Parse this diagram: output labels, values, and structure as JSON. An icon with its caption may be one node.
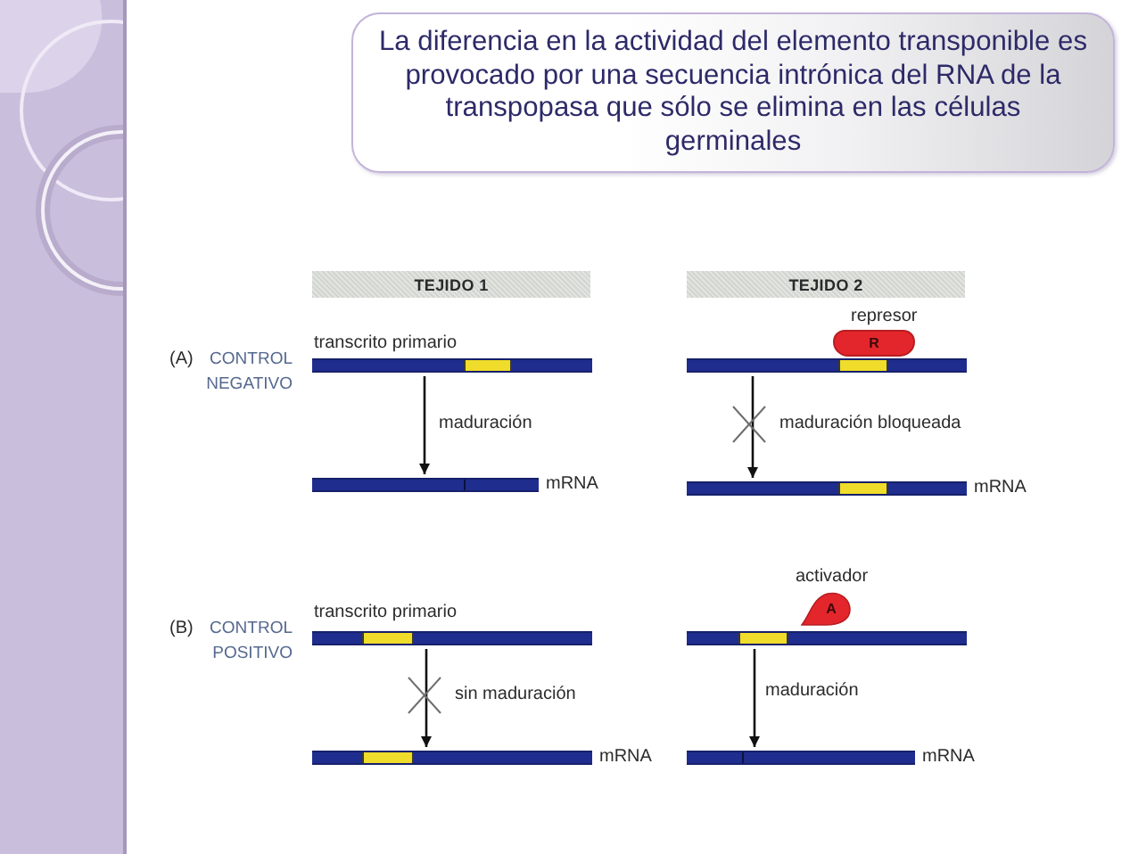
{
  "diagram": {
    "nodes": [
      {
        "text": [
          "La diferencia en la actividad del elemento transponible es provocado por una secuencia intrónica del RNA de la transpopasa que sólo se elimina en las células germinales"
        ]
      },
      {
        "text": [
          "TEJIDO 1"
        ]
      },
      {
        "text": [
          "TEJIDO 2"
        ]
      },
      {
        "text": [
          "R"
        ],
        "beside": [
          "represor"
        ]
      },
      {
        "text": [],
        "shape": "bar",
        "beside": [
          "transcrito primario"
        ]
      },
      {
        "text": [],
        "shape": "bar"
      },
      {
        "text": [],
        "shape": "bar",
        "beside": [
          "mRNA"
        ]
      },
      {
        "text": [],
        "shape": "bar",
        "beside": [
          "mRNA"
        ]
      },
      {
        "text": [
          "A"
        ],
        "beside": [
          "activador"
        ]
      },
      {
        "text": [],
        "shape": "bar",
        "beside": [
          "transcrito primario"
        ]
      },
      {
        "text": [],
        "shape": "bar"
      },
      {
        "text": [],
        "shape": "bar",
        "beside": [
          "mRNA"
        ]
      },
      {
        "text": [],
        "shape": "bar",
        "beside": [
          "mRNA"
        ]
      }
    ],
    "edges": [
      {
        "from": 4,
        "to": 6,
        "arrow": "to",
        "label": "maduración"
      },
      {
        "from": 5,
        "to": 7,
        "arrow": "to",
        "label": "maduración bloqueada"
      },
      {
        "from": 9,
        "to": 11,
        "arrow": "to",
        "label": "sin maduración"
      },
      {
        "from": 10,
        "to": 12,
        "arrow": "to",
        "label": "maduración"
      }
    ],
    "labels": [
      "(A)",
      "CONTROL NEGATIVO",
      "(B)",
      "CONTROL POSITIVO"
    ]
  }
}
